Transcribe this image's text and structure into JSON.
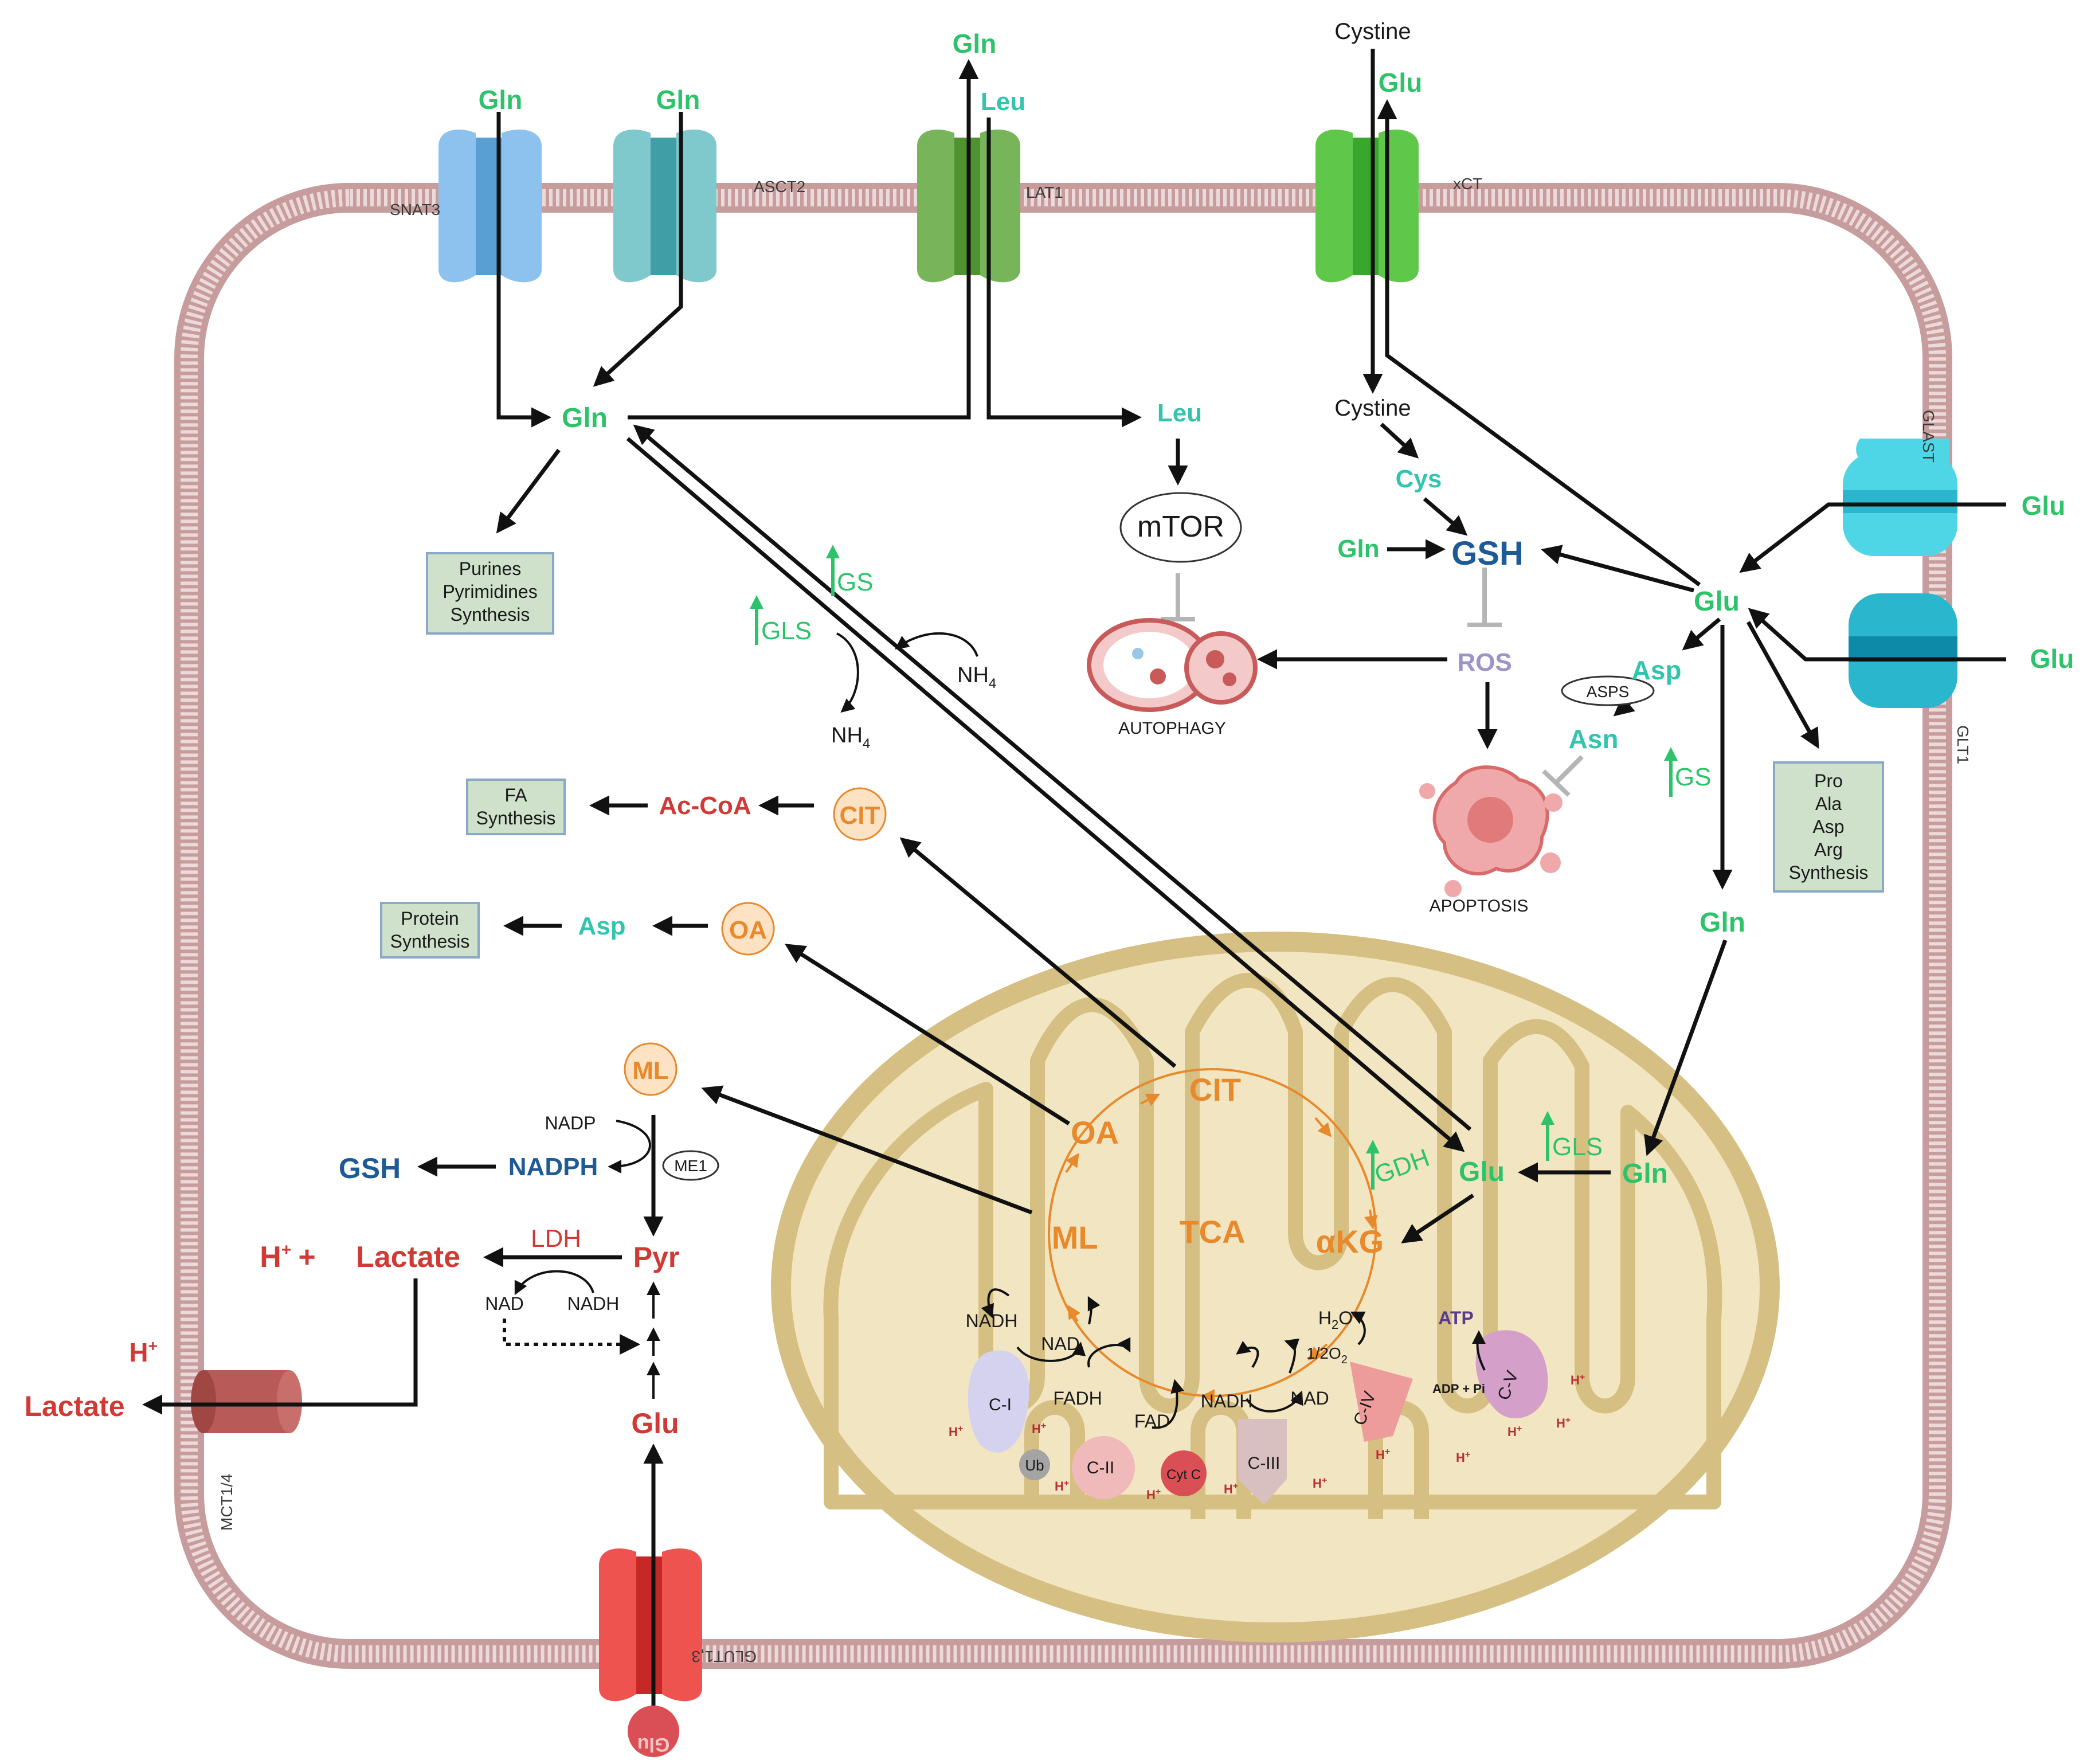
{
  "transporters": {
    "snat3": "SNAT3",
    "asct2": "ASCT2",
    "lat1": "LAT1",
    "xct": "xCT",
    "glast": "GLAST",
    "glt1": "GLT1",
    "mct14": "MCT1/4",
    "glut13": "GLUT1,3"
  },
  "extracellular": {
    "gln_snat3": "Gln",
    "gln_asct2": "Gln",
    "gln_lat1_out": "Gln",
    "leu_lat1_in": "Leu",
    "cystine_out": "Cystine",
    "glu_xct_out": "Glu",
    "glu_glast": "Glu",
    "glu_glt1": "Glu",
    "glu_glut": "Glu",
    "h_out": "H",
    "h_out_sup": "+",
    "lactate_out": "Lactate"
  },
  "cytosol": {
    "gln_main": "Gln",
    "leu": "Leu",
    "mtor": "mTOR",
    "cystine": "Cystine",
    "cys": "Cys",
    "gln_gsh": "Gln",
    "gsh": "GSH",
    "glu_right": "Glu",
    "ros": "ROS",
    "autophagy": "AUTOPHAGY",
    "apoptosis": "APOPTOSIS",
    "asp": "Asp",
    "asps": "ASPS",
    "asn": "Asn",
    "gs_right": "GS",
    "gln_right": "Gln",
    "nh4_a": "NH",
    "nh4_b": "NH",
    "nh4_sub": "4",
    "gs_enz": "GS",
    "gls_enz": "GLS",
    "purines_box": [
      "Purines",
      "Pyrimidines",
      "Synthesis"
    ],
    "aa_box": [
      "Pro",
      "Ala",
      "Asp",
      "Arg",
      "Synthesis"
    ],
    "fa_box": [
      "FA",
      "Synthesis"
    ],
    "protein_box": [
      "Protein",
      "Synthesis"
    ],
    "acoa": "Ac-CoA",
    "cit_small": "CIT",
    "asp_left": "Asp",
    "oa_small": "OA",
    "ml_small": "ML",
    "nadp": "NADP",
    "nadph": "NADPH",
    "me1": "ME1",
    "gsh_left": "GSH",
    "pyr": "Pyr",
    "ldh": "LDH",
    "lactate": "Lactate",
    "h_plus_lactate": "H",
    "h_plus_sup": "+",
    "plus": "+",
    "nad_left": "NAD",
    "nadh_left": "NADH",
    "glu_glycolysis": "Glu"
  },
  "mito": {
    "cit": "CIT",
    "oa": "OA",
    "ml": "ML",
    "akg": "αKG",
    "tca": "TCA",
    "glu": "Glu",
    "gln": "Gln",
    "gls": "GLS",
    "gdh": "GDH",
    "nadh1": "NADH",
    "nad1": "NAD",
    "fadh": "FADH",
    "fad": "FAD",
    "nadh2": "NADH",
    "nad2": "NAD",
    "h2o": "H",
    "h2o_sub": "2",
    "h2o_o": "O",
    "o2": "1/2O",
    "o2_sub": "2",
    "atp": "ATP",
    "adp": "ADP + Pi",
    "c1": "C-I",
    "c2": "C-II",
    "c3": "C-III",
    "c4": "C-IV",
    "c5": "C-V",
    "ub": "Ub",
    "cytc": "Cyt C",
    "hplus": "H",
    "hplus_sup": "+"
  },
  "colors": {
    "gln_green": "#2ec36b",
    "teal": "#33c4b0",
    "tca_orange": "#e8892c",
    "lactate_red": "#d03a36",
    "gsh_blue": "#1d5a96",
    "membrane": "#cfa7a8",
    "mito_outer": "#d6bf82",
    "mito_inner": "#f2e6c2"
  },
  "icons": [
    "up-arrow-icon",
    "autophagy-icon",
    "apoptosis-icon",
    "transporter-icon",
    "inhibition-icon"
  ]
}
